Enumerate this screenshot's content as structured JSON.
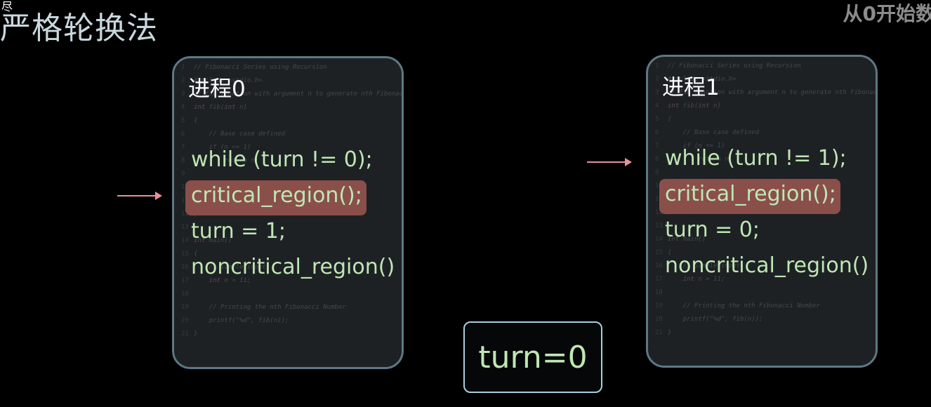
{
  "title": "严格轮换法",
  "corner_mark": "尽",
  "watermark": "从0开始数",
  "processes": [
    {
      "label": "进程0",
      "lines": [
        "while (turn != 0);",
        "critical_region();",
        "turn = 1;",
        "noncritical_region()"
      ]
    },
    {
      "label": "进程1",
      "lines": [
        "while (turn != 1);",
        "critical_region();",
        "turn = 0;",
        "noncritical_region()"
      ]
    }
  ],
  "turn_state": "turn=0",
  "colors": {
    "highlight": "#8a4f4b",
    "code_text": "#bfe6b4",
    "arrow": "#e8919a",
    "box_border": "#5d7885"
  }
}
